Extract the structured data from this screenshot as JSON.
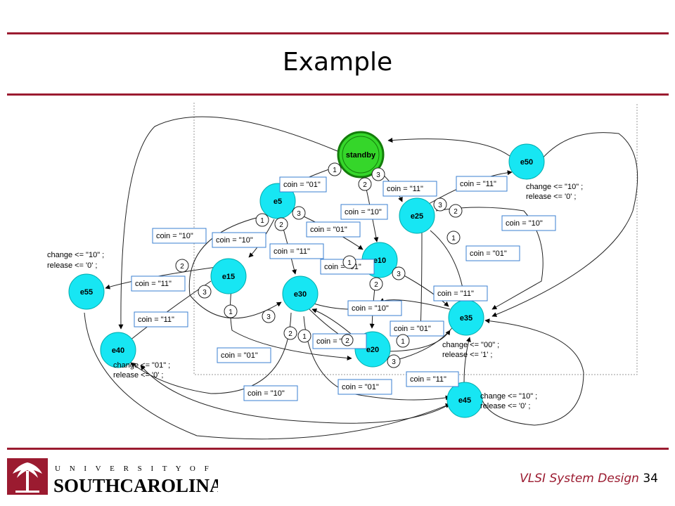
{
  "slide": {
    "title": "Example",
    "course": "VLSI System Design",
    "page_number": "34",
    "logo": {
      "top_text": "U N I V E R S I T Y   O F",
      "bottom_text": "SOUTHCAROLINA."
    }
  },
  "colors": {
    "accent": "#9b1b30",
    "state_fill": "#17e6f3",
    "standby_fill": "#35d62a",
    "label_border": "#3a7fd0"
  },
  "diagram": {
    "states": [
      {
        "id": "standby",
        "label": "standby",
        "kind": "initial"
      },
      {
        "id": "e5",
        "label": "e5"
      },
      {
        "id": "e10",
        "label": "e10"
      },
      {
        "id": "e15",
        "label": "e15"
      },
      {
        "id": "e20",
        "label": "e20"
      },
      {
        "id": "e25",
        "label": "e25"
      },
      {
        "id": "e30",
        "label": "e30"
      },
      {
        "id": "e35",
        "label": "e35"
      },
      {
        "id": "e40",
        "label": "e40"
      },
      {
        "id": "e45",
        "label": "e45"
      },
      {
        "id": "e50",
        "label": "e50"
      },
      {
        "id": "e55",
        "label": "e55"
      }
    ],
    "conditions": [
      "coin = \"01\"",
      "coin = \"11\"",
      "coin = \"10\"",
      "coin = \"11\"",
      "coin = \"01\"",
      "coin = \"10\"",
      "coin = \"10\"",
      "coin = \"11\"",
      "coin = \"10\"",
      "coin = \"01\"",
      "coin = \"11\"",
      "coin = \"11\"",
      "coin = \"10\"",
      "coin = \"01\"",
      "coin = \"11\"",
      "coin = \"10\"",
      "coin = \"01\"",
      "coin = \"10\"",
      "coin = \"01\"",
      "coin = \"11\"",
      "coin = \"01\""
    ],
    "priorities": [
      "1",
      "3",
      "2",
      "1",
      "3",
      "2",
      "3",
      "2",
      "1",
      "1",
      "3",
      "2",
      "2",
      "3",
      "1",
      "3",
      "2",
      "1",
      "1",
      "2",
      "3"
    ],
    "actions": [
      {
        "line1": "change <= \"10\" ;",
        "line2": "release <= '0' ;"
      },
      {
        "line1": "change <= \"10\" ;",
        "line2": "release <= '0' ;"
      },
      {
        "line1": "change <= \"00\" ;",
        "line2": "release <= '1' ;"
      },
      {
        "line1": "change <= \"01\" ;",
        "line2": "release <= '0' ;"
      },
      {
        "line1": "change <= \"10\" ;",
        "line2": "release <= '0' ;"
      }
    ]
  }
}
